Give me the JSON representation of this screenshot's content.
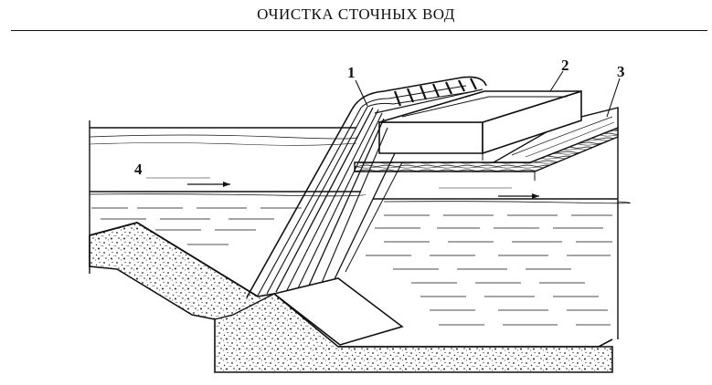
{
  "header": {
    "title": "ОЧИСТКА СТОЧНЫХ ВОД"
  },
  "figure": {
    "callouts": [
      {
        "id": "1",
        "label": "1"
      },
      {
        "id": "2",
        "label": "2"
      },
      {
        "id": "3",
        "label": "3"
      },
      {
        "id": "4",
        "label": "4"
      }
    ]
  }
}
